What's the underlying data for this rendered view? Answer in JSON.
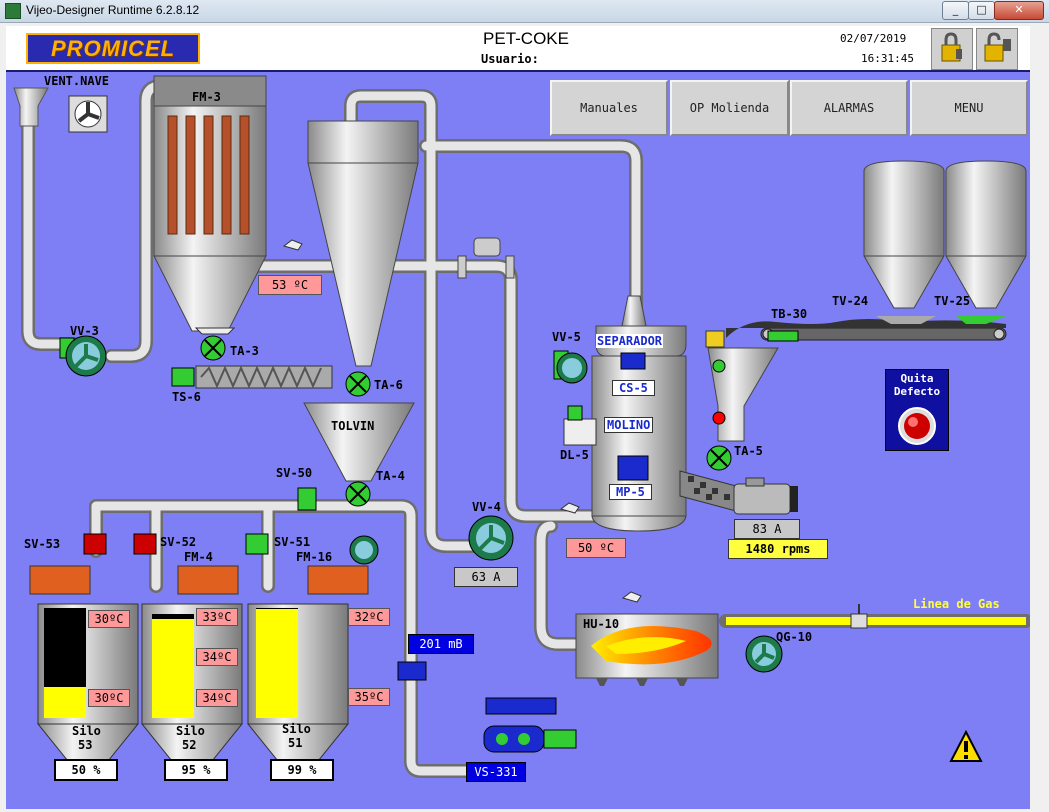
{
  "window": {
    "title": "Vijeo-Designer Runtime 6.2.8.12",
    "minimize": "_",
    "maximize": "□",
    "close": "✕"
  },
  "header": {
    "logo": "PROMICEL",
    "title": "PET-COKE",
    "user_label": "Usuario:",
    "date": "02/07/2019",
    "time": "16:31:45"
  },
  "nav": {
    "manuales": "Manuales",
    "op_molienda": "OP Molienda",
    "alarmas": "ALARMAS",
    "menu": "MENU"
  },
  "labels": {
    "vent_nave": "VENT.NAVE",
    "fm3": "FM-3",
    "vv3": "VV-3",
    "ta3": "TA-3",
    "ts6": "TS-6",
    "ta6": "TA-6",
    "tolvin": "TOLVIN",
    "ta4": "TA-4",
    "sv50": "SV-50",
    "sv53": "SV-53",
    "sv52": "SV-52",
    "sv51": "SV-51",
    "fm4": "FM-4",
    "fm16": "FM-16",
    "vv4": "VV-4",
    "vv5": "VV-5",
    "dl5": "DL-5",
    "separador": "SEPARADOR",
    "cs5": "CS-5",
    "molino": "MOLINO",
    "mp5": "MP-5",
    "ta5": "TA-5",
    "tb30": "TB-30",
    "tv24": "TV-24",
    "tv25": "TV-25",
    "hu10": "HU-10",
    "qg10": "QG-10",
    "vs331": "VS-331",
    "linea_gas": "Linea de Gas",
    "quita_defecto": "Quita Defecto"
  },
  "values": {
    "temp_fm3": "53 ºC",
    "temp_sep": "50 ºC",
    "amps_mp5": "83 A",
    "rpm_mp5": "1480 rpms",
    "amps_vv4": "63 A",
    "pressure": "201 mB"
  },
  "silos": [
    {
      "name": "Silo",
      "number": "53",
      "temp_top": "30ºC",
      "temp_bottom": "30ºC",
      "percent_label": "50 %",
      "level": 0.28
    },
    {
      "name": "Silo",
      "number": "52",
      "temp_top": "33ºC",
      "temp_mid": "34ºC",
      "temp_bottom": "34ºC",
      "percent_label": "95 %",
      "level": 0.95
    },
    {
      "name": "Silo",
      "number": "51",
      "temp_top": "32ºC",
      "temp_bottom": "35ºC",
      "percent_label": "99 %",
      "level": 0.99
    }
  ],
  "colors": {
    "background": "#7f7ff5",
    "pipe": "#d8d8d8",
    "valve_green": "#33cc33",
    "valve_red": "#cc0000",
    "silo_fill": "#ffff00",
    "flame": "#ff8800"
  }
}
